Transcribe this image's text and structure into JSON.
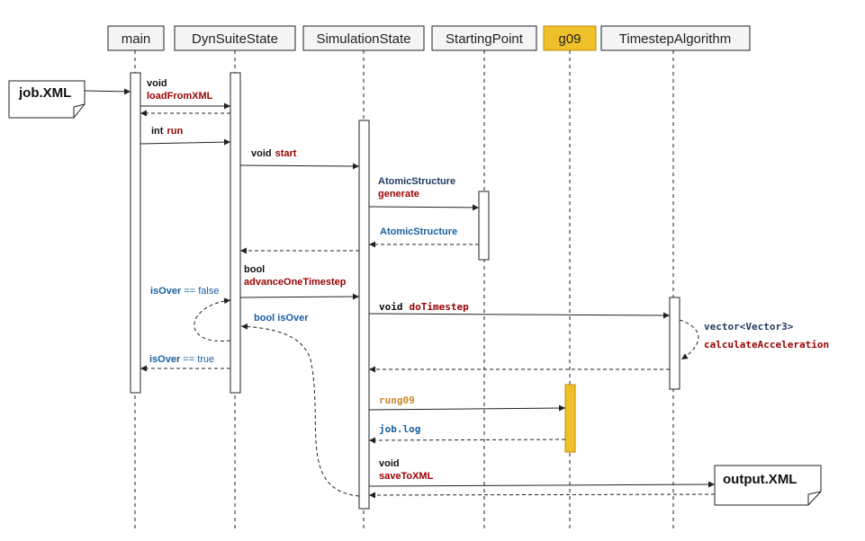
{
  "colors": {
    "line": "#222222",
    "dark": "#111111",
    "red": "#990000",
    "blue": "#1a5fa0",
    "orange": "#c9892a",
    "g09_fill": "#f0c02a",
    "g09_stroke": "#c08a10",
    "box_fill": "#f5f5f5",
    "activation_fill": "#ffffff"
  },
  "participants": {
    "main": "main",
    "dyn": "DynSuiteState",
    "sim": "SimulationState",
    "sp": "StartingPoint",
    "g09": "g09",
    "ts": "TimestepAlgorithm"
  },
  "notes": {
    "job_xml": "job.XML",
    "output_xml": "output.XML"
  },
  "messages": {
    "load_type": "void",
    "load_name": "loadFromXML",
    "run_type": "int",
    "run_name": "run",
    "start_type": "void",
    "start_name": "start",
    "generate_type": "AtomicStructure",
    "generate_name": "generate",
    "atomic_return": "AtomicStructure",
    "advance_type": "bool",
    "advance_name": "advanceOneTimestep",
    "isover_false_var": "isOver",
    "isover_false_rest": " == false",
    "bool_isover": "bool isOver",
    "isover_true_var": "isOver",
    "isover_true_rest": " == true",
    "dotimestep_type": "void",
    "dotimestep_name": "doTimestep",
    "calcacc_type": "vector<Vector3>",
    "calcacc_name": "calculateAcceleration",
    "rung09": "rung09",
    "joblog": "job.log",
    "save_type": "void",
    "save_name": "saveToXML"
  }
}
